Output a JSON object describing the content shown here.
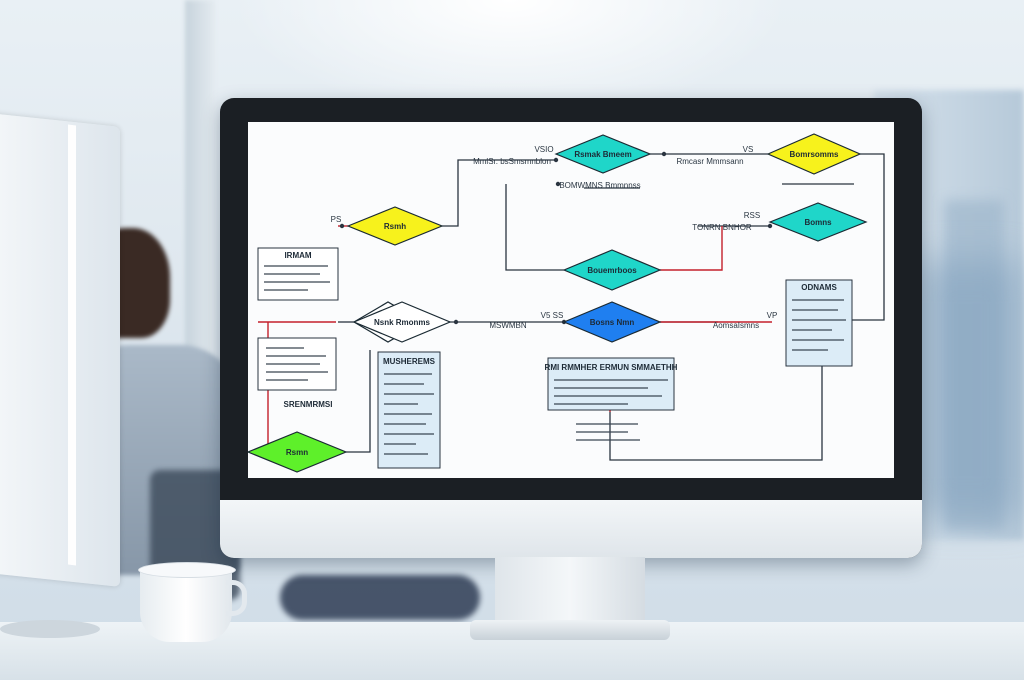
{
  "diagram": {
    "nodes": {
      "top_center": "Rsmak Bmeem",
      "top_right": "Bomrsomms",
      "left_yellow": "Rsmh",
      "right_cyan": "Bomns",
      "mid_cyan": "Bouemrboos",
      "center_white": "Nsnk Rmonms",
      "center_blue": "Bosns Nmn",
      "bottom_green": "Rsmn"
    },
    "boxes": {
      "left_top_title": "IRMAM",
      "mid_title": "MUSHEREMS",
      "right_title": "ODNAMS",
      "center_title": "RMI RMMHER ERMUN SMMAETHH",
      "left_label": "SRENMRMSI"
    },
    "edge_labels": {
      "e1": "VSIO",
      "e2": "MmlSr. bsSmsmnblon",
      "e3": "Rmcasr Mmmsann",
      "e4": "VS",
      "e5": "PS",
      "e6": "RSS",
      "e7": "TONRN BNHOR",
      "e8": "V5 SS",
      "e9": "MSWMBN",
      "e10": "AomsaIsmns",
      "e11": "BOMWMNS Bmmnnss",
      "e12": "VP"
    },
    "colors": {
      "yellow": "#f7f21c",
      "cyan": "#1fd6c9",
      "blue": "#1f7ff0",
      "green": "#5ef02a",
      "red_line": "#c4202c",
      "box_fill": "#dcecf7"
    }
  }
}
